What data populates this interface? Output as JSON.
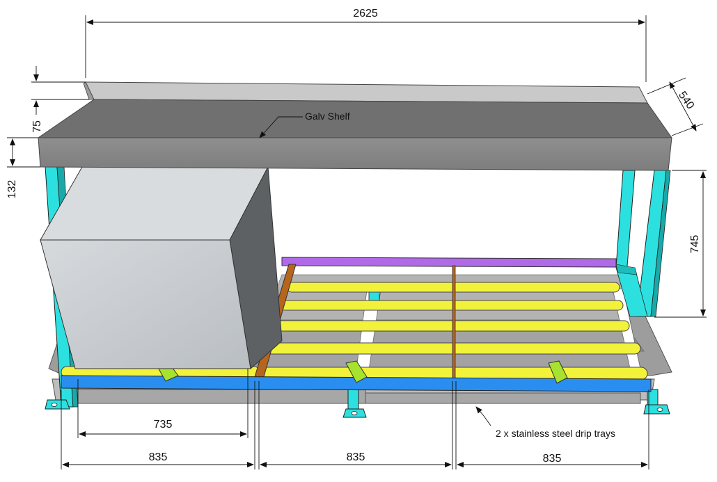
{
  "dimensions": {
    "overall_width": "2625",
    "depth": "540",
    "upstand_height": "75",
    "shelf_thickness": "132",
    "shelf_clearance": "745",
    "block_width": "735",
    "bay_1": "835",
    "bay_2": "835",
    "bay_3": "835"
  },
  "labels": {
    "shelf": "Galv Shelf",
    "drip_trays": "2 x stainless steel drip trays"
  },
  "colors": {
    "frame": "#2de0e0",
    "rollers": "#f2f23a",
    "front_rail": "#2a8ef0",
    "back_rail": "#b06ae8",
    "divider": "#b5651d",
    "block": "#c4c9cc",
    "shelf": "#8a8a8a",
    "tray": "#a9a9a9",
    "wedge": "#a6e22e"
  }
}
